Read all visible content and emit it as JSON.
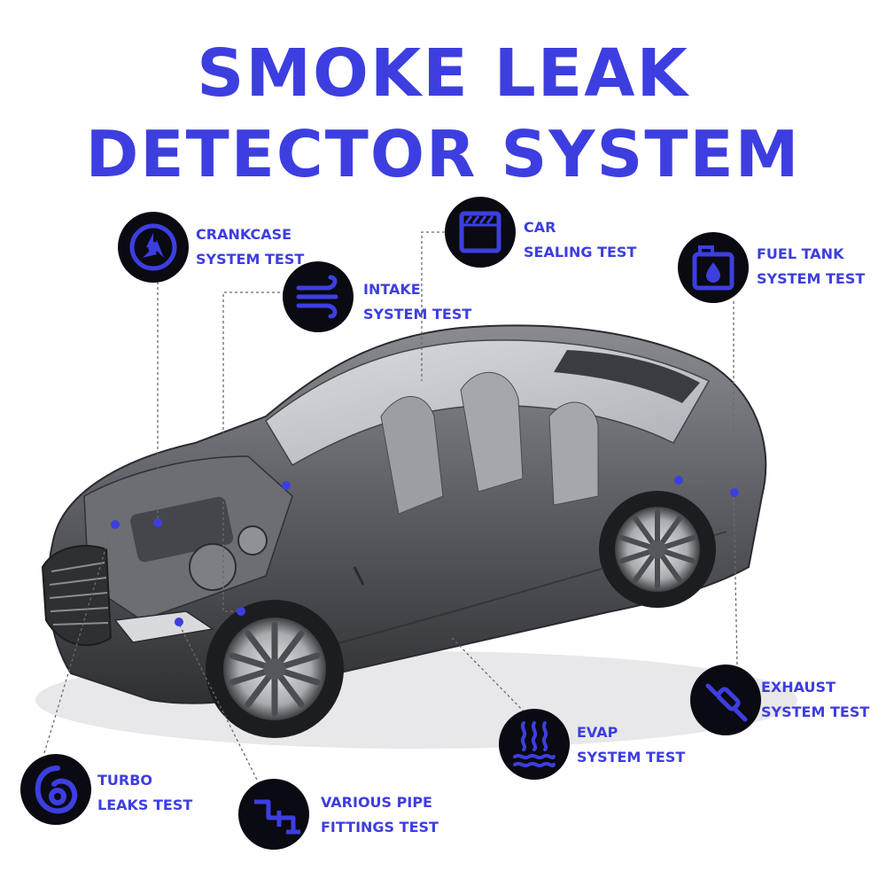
{
  "title": {
    "line1": "SMOKE LEAK",
    "line2": "DETECTOR SYSTEM"
  },
  "colors": {
    "accent": "#3d3ee0",
    "badge": "#0a0a12",
    "car": "#55575c"
  },
  "features": {
    "crankcase": {
      "icon": "crankcase-icon",
      "line1": "CRANKCASE",
      "line2": "SYSTEM TEST"
    },
    "intake": {
      "icon": "intake-wind-icon",
      "line1": "INTAKE",
      "line2": "SYSTEM TEST"
    },
    "car_sealing": {
      "icon": "window-seal-icon",
      "line1": "CAR",
      "line2": "SEALING TEST"
    },
    "fuel_tank": {
      "icon": "fuel-tank-icon",
      "line1": "FUEL TANK",
      "line2": "SYSTEM TEST"
    },
    "exhaust": {
      "icon": "exhaust-pipe-icon",
      "line1": "EXHAUST",
      "line2": "SYSTEM TEST"
    },
    "evap": {
      "icon": "evap-heat-icon",
      "line1": "EVAP",
      "line2": "SYSTEM TEST"
    },
    "turbo": {
      "icon": "turbo-icon",
      "line1": "TURBO",
      "line2": "LEAKS TEST"
    },
    "pipe": {
      "icon": "pipe-fittings-icon",
      "line1": "VARIOUS PIPE",
      "line2": "FITTINGS TEST"
    }
  }
}
